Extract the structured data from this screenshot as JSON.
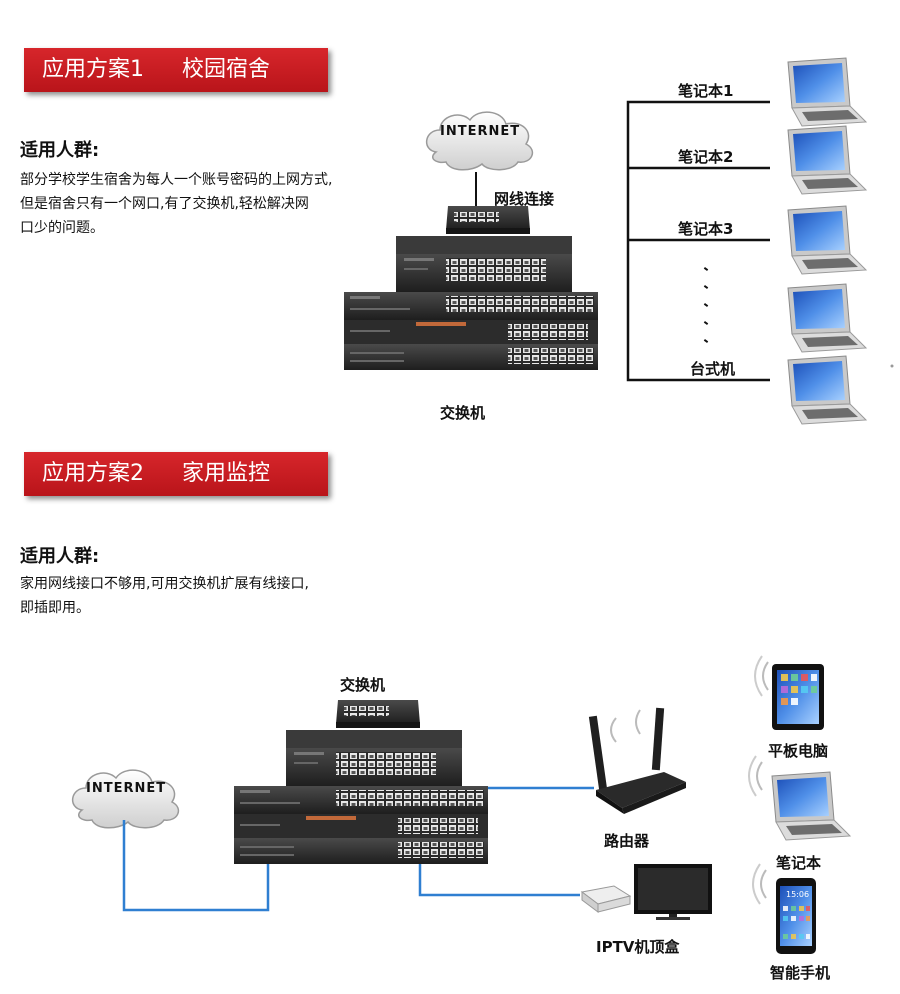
{
  "plan1": {
    "banner_label": "应用方案1",
    "banner_title": "校园宿舍",
    "heading": "适用人群:",
    "desc_line1": "部分学校学生宿舍为每人一个账号密码的上网方式,",
    "desc_line2": "但是宿舍只有一个网口,有了交换机,轻松解决网",
    "desc_line3": "口少的问题。",
    "internet_label": "INTERNET",
    "cable_label": "网线连接",
    "switch_label": "交换机",
    "devices": [
      "笔记本1",
      "笔记本2",
      "笔记本3",
      "台式机"
    ]
  },
  "plan2": {
    "banner_label": "应用方案2",
    "banner_title": "家用监控",
    "heading": "适用人群:",
    "desc_line1": "家用网线接口不够用,可用交换机扩展有线接口,",
    "desc_line2": "即插即用。",
    "internet_label": "INTERNET",
    "switch_label": "交换机",
    "router_label": "路由器",
    "iptv_label": "IPTV机顶盒",
    "tablet_label": "平板电脑",
    "laptop_label": "笔记本",
    "phone_label": "智能手机",
    "phone_time": "15:06"
  },
  "colors": {
    "banner_red": "#c91c22",
    "cable_blue": "#2f7fd1",
    "device_dark": "#2a2a2a"
  }
}
